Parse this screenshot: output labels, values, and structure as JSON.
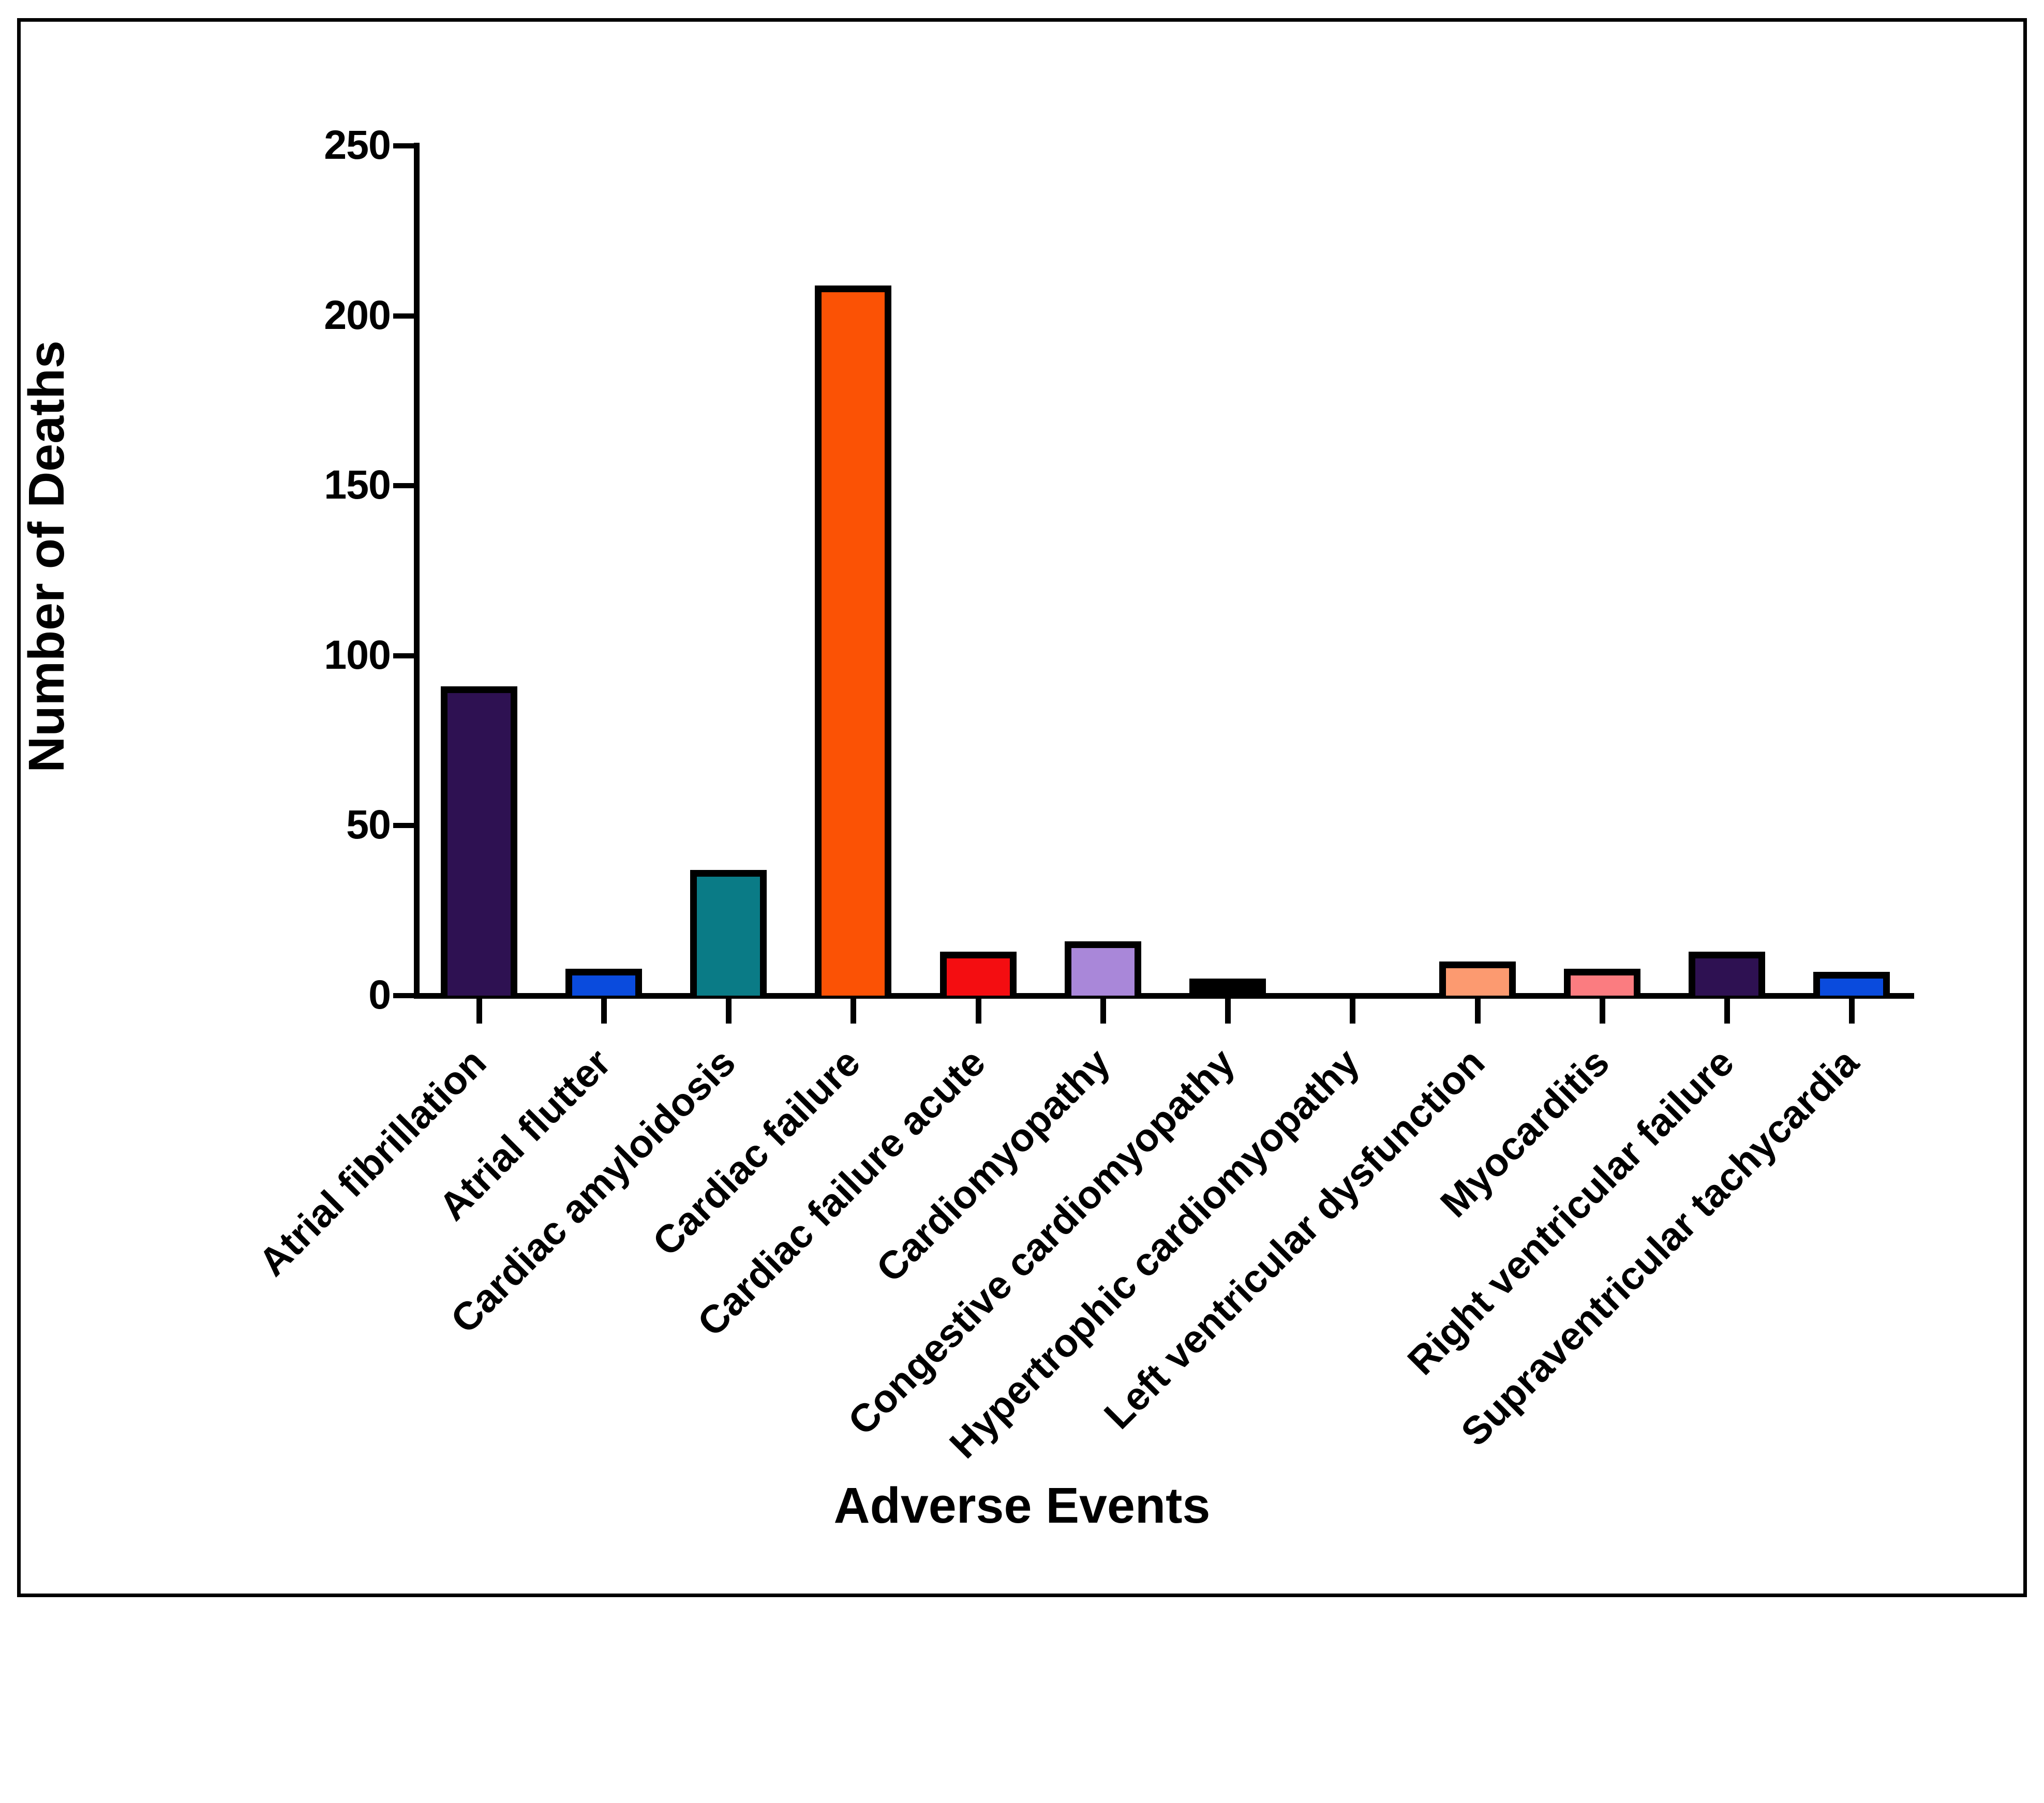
{
  "chart_data": {
    "type": "bar",
    "title": "",
    "xlabel": "Adverse Events",
    "ylabel": "Number of Deaths",
    "ylim": [
      0,
      250
    ],
    "yticks": [
      0,
      50,
      100,
      150,
      200,
      250
    ],
    "ytick_labels": [
      "0",
      "50",
      "100",
      "150",
      "200",
      "250"
    ],
    "grid": false,
    "legend": false,
    "categories": [
      "Atrial fibrillation",
      "Atrial flutter",
      "Cardiac amyloidosis",
      "Cardiac failure",
      "Cardiac failure acute",
      "Cardiomyopathy",
      "Congestive cardiomyopathy",
      "Hypertrophic cardiomyopathy",
      "Left ventricular dysfunction",
      "Myocarditis",
      "Right ventricular failure",
      "Supraventricular tachycardia"
    ],
    "values": [
      89,
      6,
      35,
      207,
      11,
      14,
      3,
      0,
      8,
      6,
      11,
      5
    ],
    "bar_colors": [
      "#2e1152",
      "#0a4bdd",
      "#0a7b86",
      "#fb5205",
      "#f40d11",
      "#a987d9",
      "#000000",
      "#000000",
      "#fc9a70",
      "#fb7c80",
      "#2e1152",
      "#0a4bdd"
    ],
    "bar_edge_color": "#000000"
  },
  "axis": {
    "y_title": "Number of Deaths",
    "x_title": "Adverse Events"
  },
  "figure": {
    "background": "#ffffff",
    "border_color": "#000000"
  }
}
